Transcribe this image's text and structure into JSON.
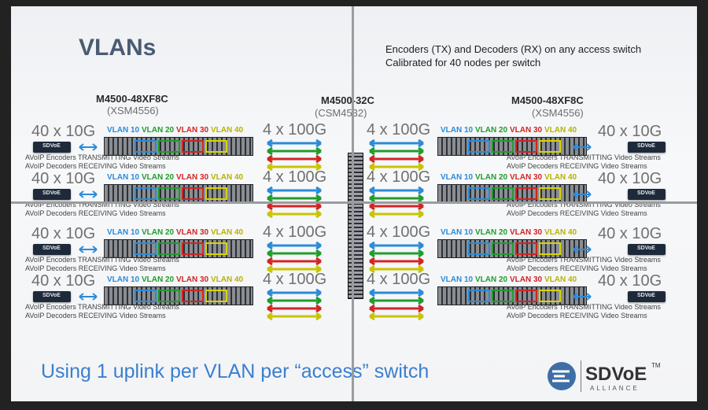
{
  "title": "VLANs",
  "top_note": [
    "Encoders (TX) and Decoders (RX) on any access switch",
    "Calibrated for 40 nodes per switch"
  ],
  "left_switch": {
    "model": "M4500-48XF8C",
    "sku": "(XSM4556)"
  },
  "core_switch": {
    "model": "M4500-32C",
    "sku": "(CSM4532)"
  },
  "right_switch": {
    "model": "M4500-48XF8C",
    "sku": "(XSM4556)"
  },
  "link_10g": "40 x 10G",
  "uplink_100g": "4 x 100G",
  "vlans": [
    "VLAN 10",
    "VLAN 20",
    "VLAN 30",
    "VLAN 40"
  ],
  "caption_tx": "AVoIP Encoders TRANSMITTING Video Streams",
  "caption_rx": "AVoIP Decoders RECEIVING Video Streams",
  "device_label": "SDVoE",
  "bottom_text": "Using 1 uplink per VLAN per “access” switch",
  "logo": {
    "name": "SDVoE",
    "tm": "TM",
    "tagline": "ALLIANCE"
  },
  "colors": {
    "vlan10": "#2a8bd8",
    "vlan20": "#1f9d2c",
    "vlan30": "#d22424",
    "vlan40": "#c8c400",
    "title": "#4a5b72",
    "bottom": "#3a7fd0"
  }
}
